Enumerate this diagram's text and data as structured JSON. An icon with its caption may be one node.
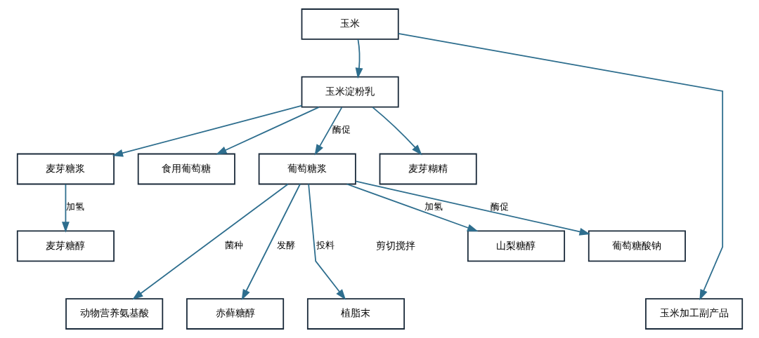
{
  "diagram": {
    "nodes": [
      {
        "text": [
          "玉米"
        ]
      },
      {
        "text": [
          "玉米淀粉乳"
        ]
      },
      {
        "text": [
          "麦芽糊精"
        ]
      },
      {
        "text": [
          "麦芽糖浆"
        ]
      },
      {
        "text": [
          "葡萄糖浆"
        ]
      },
      {
        "text": [
          "食用葡萄糖"
        ]
      },
      {
        "text": [
          "麦芽糖醇"
        ]
      },
      {
        "text": [
          "山梨糖醇"
        ]
      },
      {
        "text": [
          "葡萄糖酸钠"
        ]
      },
      {
        "text": [
          "玉米加工副产品"
        ]
      },
      {
        "text": [
          "动物营养氨基酸"
        ]
      },
      {
        "text": [
          "赤藓糖醇"
        ]
      },
      {
        "text": [
          "植脂末"
        ]
      }
    ],
    "edges": [
      {
        "from": 0,
        "to": 1,
        "arrow": "to"
      },
      {
        "from": 0,
        "to": 9,
        "arrow": "to"
      },
      {
        "from": 1,
        "to": 2,
        "arrow": "to"
      },
      {
        "from": 1,
        "to": 3,
        "arrow": "to"
      },
      {
        "from": 1,
        "to": 4,
        "arrow": "to",
        "label": "酶促"
      },
      {
        "from": 1,
        "to": 5,
        "arrow": "to"
      },
      {
        "from": 3,
        "to": 6,
        "arrow": "to",
        "label": "加氢"
      },
      {
        "from": 4,
        "to": 7,
        "arrow": "to",
        "label": "加氢"
      },
      {
        "from": 4,
        "to": 8,
        "arrow": "to",
        "label": "酶促"
      },
      {
        "from": 4,
        "to": 12,
        "arrow": "to",
        "label": "投料"
      },
      {
        "from": 4,
        "to": 10,
        "arrow": "to",
        "label": "菌种"
      },
      {
        "from": 4,
        "to": 11,
        "arrow": "to",
        "label": "发酵"
      }
    ],
    "labels": [
      "剪切搅拌"
    ]
  }
}
